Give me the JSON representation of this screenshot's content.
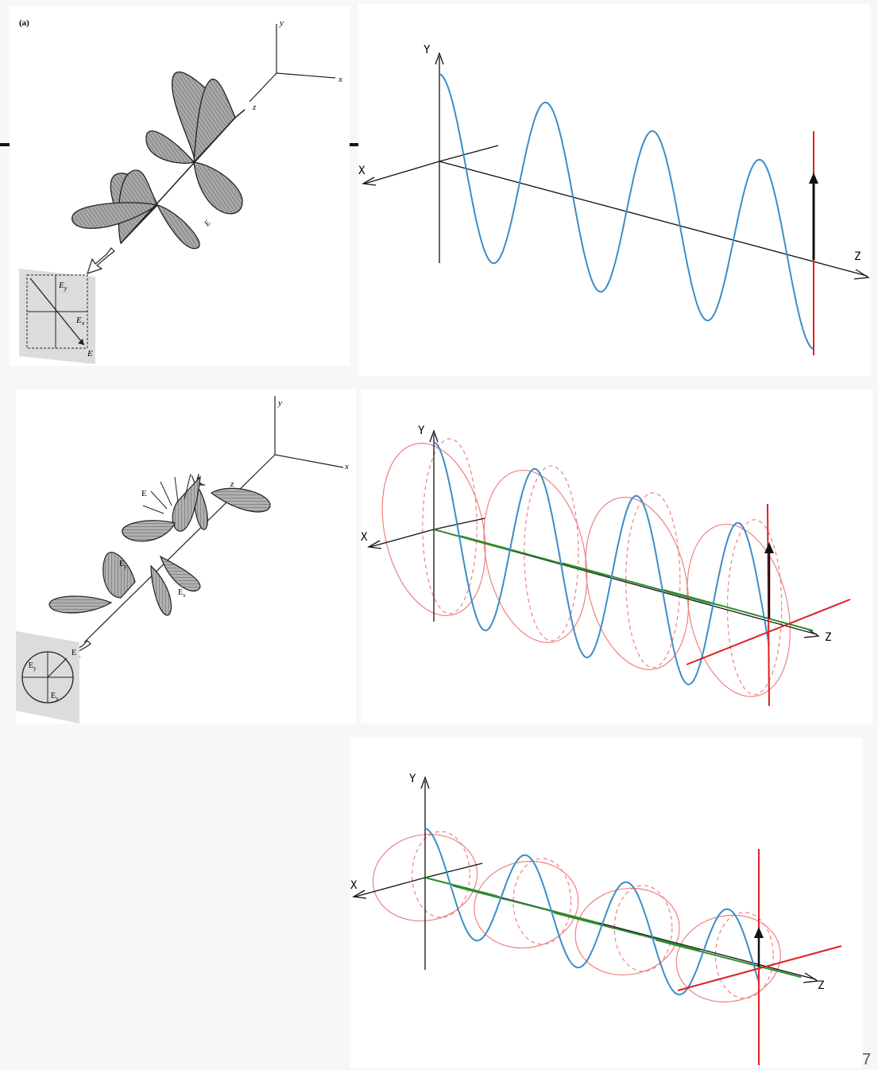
{
  "panels": {
    "linear_sketch": {
      "tag": "(a)",
      "axis_x": "x",
      "axis_y": "y",
      "axis_z": "z",
      "lbl_ey": "E",
      "lbl_ey_sub": "y",
      "lbl_ex": "E",
      "lbl_ex_sub": "x",
      "lbl_e": "E",
      "lbl_wave": "E"
    },
    "linear_plot": {
      "y": "Y",
      "x": "X",
      "z": "Z"
    },
    "circular_sketch": {
      "axis_x": "x",
      "axis_y": "y",
      "axis_z": "z",
      "lbl_e_top": "E",
      "lbl_ey_wave": "E",
      "lbl_ey_wave_sub": "y",
      "lbl_ex_wave": "E",
      "lbl_ex_wave_sub": "x",
      "lbl_ey": "E",
      "lbl_ey_sub": "y",
      "lbl_ex": "E",
      "lbl_ex_sub": "x",
      "lbl_e": "E"
    },
    "circular_plot": {
      "y": "Y",
      "x": "X",
      "z": "Z"
    },
    "elliptical_plot": {
      "y": "Y",
      "x": "X",
      "z": "Z"
    }
  },
  "colors": {
    "y_wave": "#3a8ec8",
    "x_wave": "#2e8b2e",
    "envelope": "#f08080",
    "marker": "#e02020",
    "axes": "#111111",
    "sketch_fill": "#9a9a9a"
  },
  "page_number": "7"
}
